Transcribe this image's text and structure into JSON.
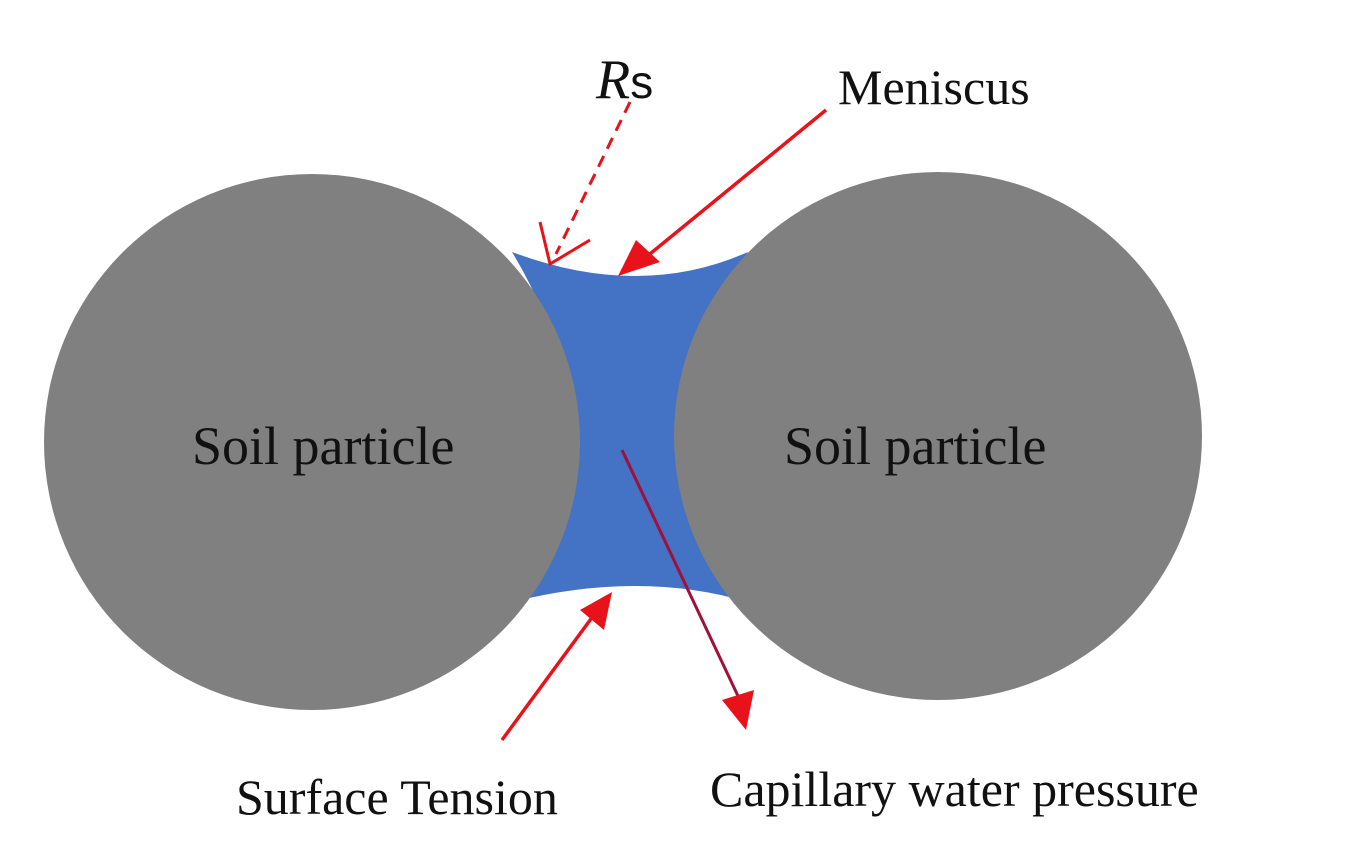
{
  "labels": {
    "rs_symbol": "R",
    "rs_subscript": "s",
    "meniscus": "Meniscus",
    "left_particle": "Soil particle",
    "right_particle": "Soil particle",
    "surface_tension": "Surface Tension",
    "capillary_pressure": "Capillary water pressure"
  },
  "colors": {
    "particle": "#808080",
    "water": "#4472C4",
    "arrow": "#E8121B",
    "pressure_arrow": "#A0103A",
    "background": "#FFFFFF"
  }
}
